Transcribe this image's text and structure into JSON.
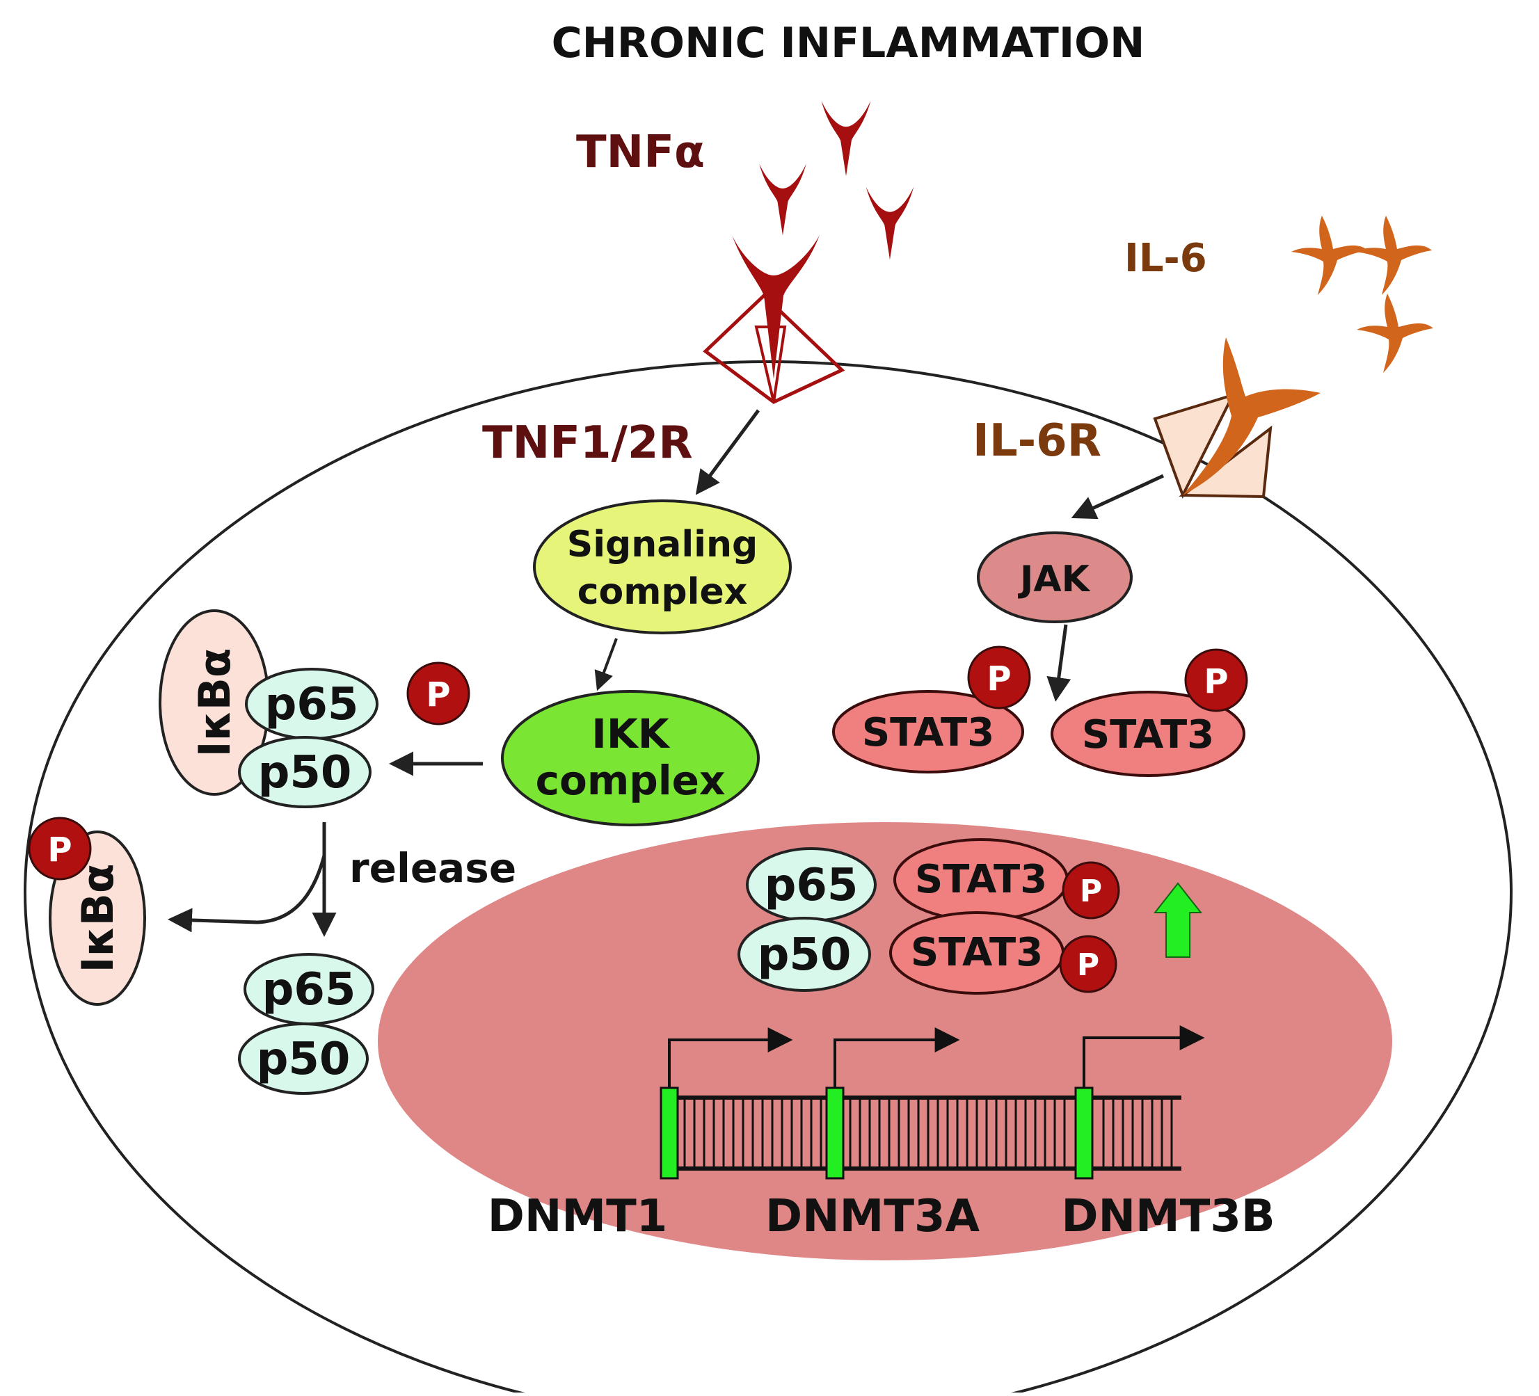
{
  "title": "CHRONIC INFLAMMATION",
  "ligands": {
    "tnf": "TNFα",
    "il6": "IL-6"
  },
  "receptors": {
    "tnf": "TNF1/2R",
    "il6": "IL-6R"
  },
  "cytoplasm": {
    "signaling_line1": "Signaling",
    "signaling_line2": "complex",
    "ikk_line1": "IKK",
    "ikk_line2": "complex",
    "jak": "JAK",
    "stat3": "STAT3",
    "ikba": "IκBα",
    "p65": "p65",
    "p50": "p50",
    "phospho": "P",
    "release": "release"
  },
  "nucleus": {
    "genes": [
      "DNMT1",
      "DNMT3A",
      "DNMT3B"
    ]
  },
  "colors": {
    "tnf_ligand": "#a50f0f",
    "il6_ligand": "#d2651c",
    "il6_receptor": "#fbe1d0",
    "signaling_complex": "#e6f57a",
    "ikk_complex": "#7ae633",
    "jak": "#dc8a8a",
    "stat3": "#f08080",
    "nf_kb_subunit": "#d8f8ec",
    "ikba": "#fbe1d8",
    "phospho": "#b01010",
    "nucleus": "#df8787",
    "promoter": "#22ee22",
    "up_arrow": "#22ee22"
  }
}
